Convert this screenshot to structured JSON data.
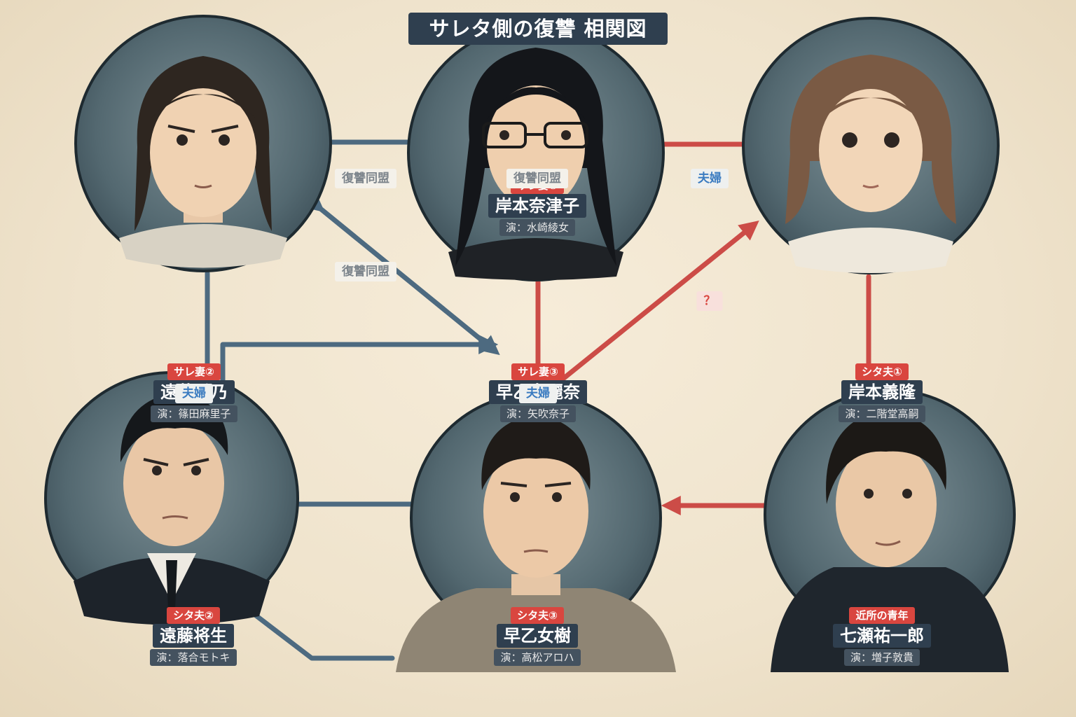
{
  "title": "サレタ側の復讐 相関図",
  "colors": {
    "ally": "#4d6a80",
    "betray": "#cc4c47",
    "label_bg": "#2f3f4f",
    "role_bg": "#d9463f"
  },
  "characters": [
    {
      "id": "tono",
      "role": "サレ妻②",
      "name": "遠藤香乃",
      "actor": "演：篠田麻里子"
    },
    {
      "id": "natsuko",
      "role": "サレ妻①",
      "name": "岸本奈津子",
      "actor": "演：水崎綾女"
    },
    {
      "id": "reina",
      "role": "サレ妻③",
      "name": "早乙女麗奈",
      "actor": "演：矢吹奈子"
    },
    {
      "id": "yoshitaka",
      "role": "シタ夫①",
      "name": "岸本義隆",
      "actor": "演：二階堂高嗣"
    },
    {
      "id": "masao",
      "role": "シタ夫②",
      "name": "遠藤将生",
      "actor": "演：落合モトキ"
    },
    {
      "id": "itsuki",
      "role": "シタ夫③",
      "name": "早乙女樹",
      "actor": "演：高松アロハ"
    },
    {
      "id": "yuichiro",
      "role": "近所の青年",
      "name": "七瀬祐一郎",
      "actor": "演：増子敦貴"
    }
  ],
  "relations": {
    "ally1": "復讐同盟",
    "ally2": "復讐同盟",
    "ally3": "復讐同盟",
    "couple1": "夫婦",
    "couple2": "夫婦",
    "couple3": "夫婦",
    "question": "？"
  }
}
